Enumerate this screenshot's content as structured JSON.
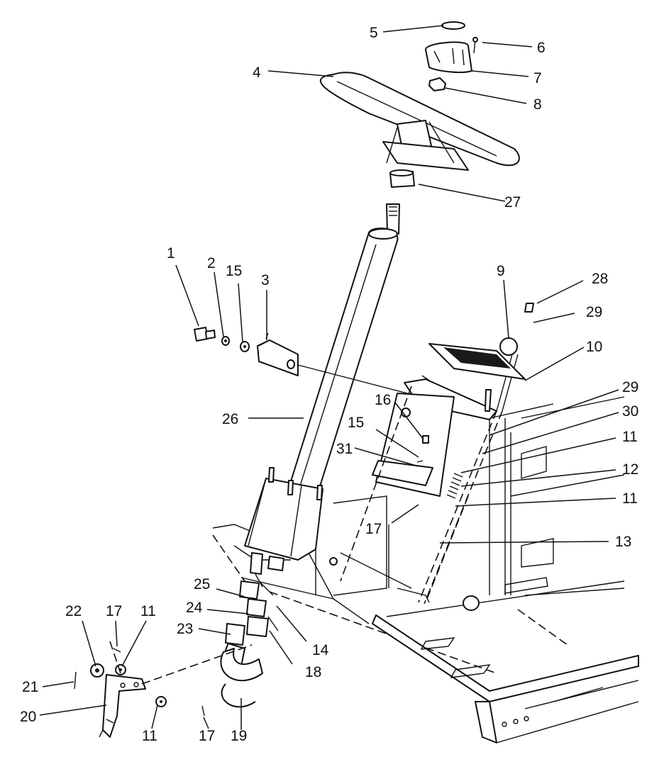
{
  "diagram": {
    "callouts": [
      {
        "id": "c1",
        "label": "1"
      },
      {
        "id": "c2",
        "label": "2"
      },
      {
        "id": "c15a",
        "label": "15"
      },
      {
        "id": "c3",
        "label": "3"
      },
      {
        "id": "c4",
        "label": "4"
      },
      {
        "id": "c5",
        "label": "5"
      },
      {
        "id": "c6",
        "label": "6"
      },
      {
        "id": "c7",
        "label": "7"
      },
      {
        "id": "c8",
        "label": "8"
      },
      {
        "id": "c27",
        "label": "27"
      },
      {
        "id": "c9",
        "label": "9"
      },
      {
        "id": "c28",
        "label": "28"
      },
      {
        "id": "c29a",
        "label": "29"
      },
      {
        "id": "c10",
        "label": "10"
      },
      {
        "id": "c29b",
        "label": "29"
      },
      {
        "id": "c30",
        "label": "30"
      },
      {
        "id": "c11a",
        "label": "11"
      },
      {
        "id": "c12",
        "label": "12"
      },
      {
        "id": "c11b",
        "label": "11"
      },
      {
        "id": "c13",
        "label": "13"
      },
      {
        "id": "c16",
        "label": "16"
      },
      {
        "id": "c15b",
        "label": "15"
      },
      {
        "id": "c31",
        "label": "31"
      },
      {
        "id": "c26",
        "label": "26"
      },
      {
        "id": "c17a",
        "label": "17"
      },
      {
        "id": "c25",
        "label": "25"
      },
      {
        "id": "c24",
        "label": "24"
      },
      {
        "id": "c23",
        "label": "23"
      },
      {
        "id": "c14",
        "label": "14"
      },
      {
        "id": "c18",
        "label": "18"
      },
      {
        "id": "c19",
        "label": "19"
      },
      {
        "id": "c22",
        "label": "22"
      },
      {
        "id": "c17b",
        "label": "17"
      },
      {
        "id": "c11c",
        "label": "11"
      },
      {
        "id": "c21",
        "label": "21"
      },
      {
        "id": "c20",
        "label": "20"
      },
      {
        "id": "c11d",
        "label": "11"
      },
      {
        "id": "c17c",
        "label": "17"
      }
    ]
  }
}
